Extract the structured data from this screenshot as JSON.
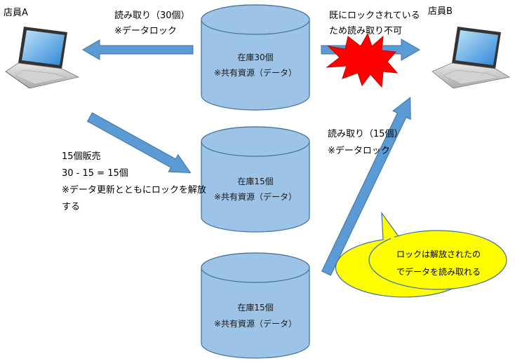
{
  "clerk_a": {
    "label": "店員A"
  },
  "clerk_b": {
    "label": "店員B"
  },
  "read_a": {
    "line1": "読み取り（30個）",
    "line2": "※データロック"
  },
  "blocked": {
    "line1": "既にロックされている",
    "line2": "ため読み取り不可"
  },
  "sale": {
    "line1": "15個販売",
    "line2": "30 - 15 = 15個",
    "line3": "※データ更新とともにロックを解放",
    "line4": "する"
  },
  "read_b": {
    "line1": "読み取り（15個）",
    "line2": "※データロック"
  },
  "db_top": {
    "line1": "在庫30個",
    "line2": "※共有資源（データ）"
  },
  "db_mid": {
    "line1": "在庫15個",
    "line2": "※共有資源（データ）"
  },
  "db_bottom": {
    "line1": "在庫15個",
    "line2": "※共有資源（データ）"
  },
  "callout": {
    "line1": "ロックは解放されたの",
    "line2": "でデータを読み取れる"
  },
  "colors": {
    "cylinder_fill": "#9dc3e6",
    "cylinder_stroke": "#41719c",
    "arrow_fill": "#5b9bd5",
    "burst_fill": "#ff0000",
    "callout_fill": "#ffff00"
  }
}
